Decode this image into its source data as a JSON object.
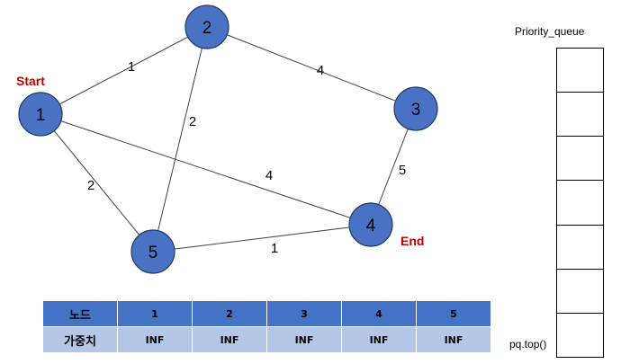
{
  "graph": {
    "start_label": "Start",
    "end_label": "End",
    "nodes": [
      {
        "id": "1",
        "label": "1"
      },
      {
        "id": "2",
        "label": "2"
      },
      {
        "id": "3",
        "label": "3"
      },
      {
        "id": "4",
        "label": "4"
      },
      {
        "id": "5",
        "label": "5"
      }
    ],
    "edges": [
      {
        "from": "1",
        "to": "2",
        "weight": "1"
      },
      {
        "from": "2",
        "to": "3",
        "weight": "4"
      },
      {
        "from": "2",
        "to": "5",
        "weight": "2"
      },
      {
        "from": "1",
        "to": "4",
        "weight": "4"
      },
      {
        "from": "1",
        "to": "5",
        "weight": "2"
      },
      {
        "from": "3",
        "to": "4",
        "weight": "5"
      },
      {
        "from": "5",
        "to": "4",
        "weight": "1"
      }
    ],
    "colors": {
      "node_fill": "#4a72c4",
      "node_stroke": "#1f3864",
      "edge": "#404040",
      "marker": "#c00000"
    }
  },
  "priority_queue": {
    "title": "Priority_queue",
    "top_label": "pq.top()",
    "slot_count": 7
  },
  "distance_table": {
    "header": [
      "노드",
      "1",
      "2",
      "3",
      "4",
      "5"
    ],
    "row": [
      "가중치",
      "INF",
      "INF",
      "INF",
      "INF",
      "INF"
    ],
    "colors": {
      "header_bg": "#4472c4",
      "row_bg": "#b4c7e7"
    }
  }
}
